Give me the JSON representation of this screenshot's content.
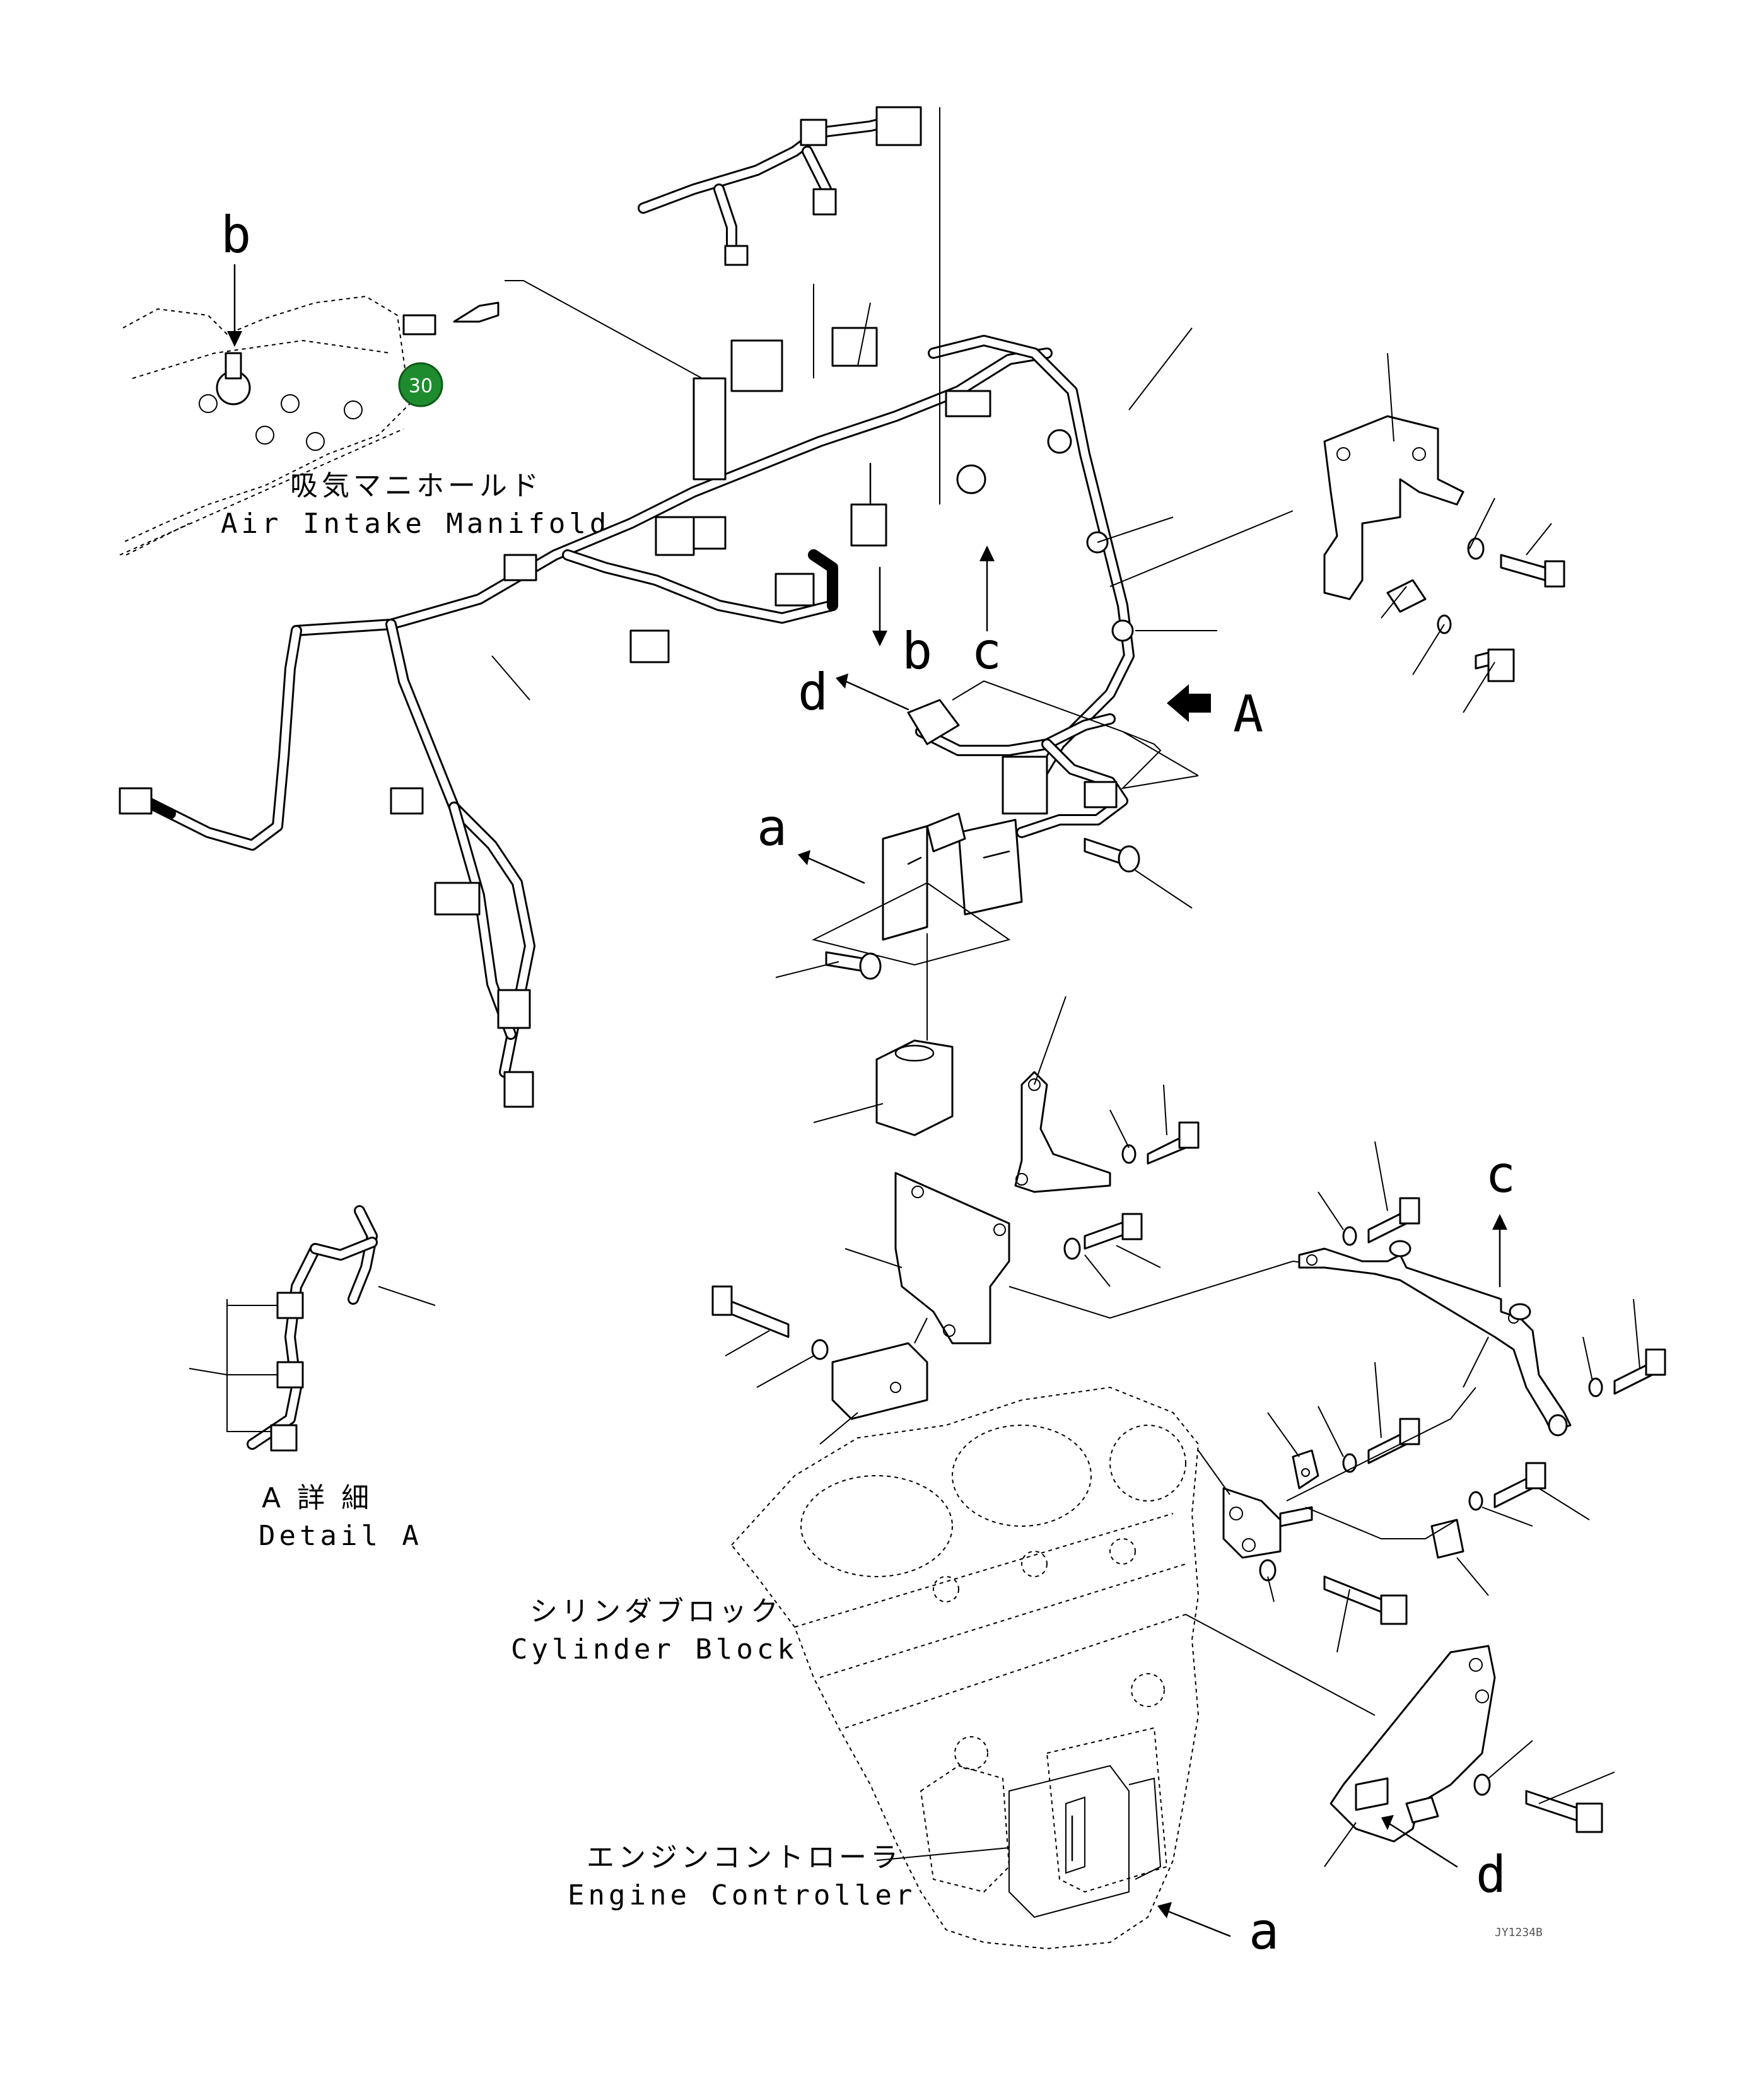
{
  "labels": {
    "air_intake_manifold_jp": "吸気マニホールド",
    "air_intake_manifold_en": "Air Intake Manifold",
    "cylinder_block_jp": "シリンダブロック",
    "cylinder_block_en": "Cylinder Block",
    "engine_controller_jp": "エンジンコントローラ",
    "engine_controller_en": "Engine Controller",
    "detail_a_jp": "A 詳 細",
    "detail_a_en": "Detail A"
  },
  "view_letters": {
    "b_top": "b",
    "b_mid": "b",
    "c_mid": "c",
    "d_mid": "d",
    "A_arrow": "A",
    "a_left": "a",
    "c_right": "c",
    "d_bottom": "d",
    "a_bottom": "a"
  },
  "callouts": [
    {
      "number": "30",
      "color": "#1e8c2e"
    }
  ],
  "drawing_code": "JY1234B"
}
